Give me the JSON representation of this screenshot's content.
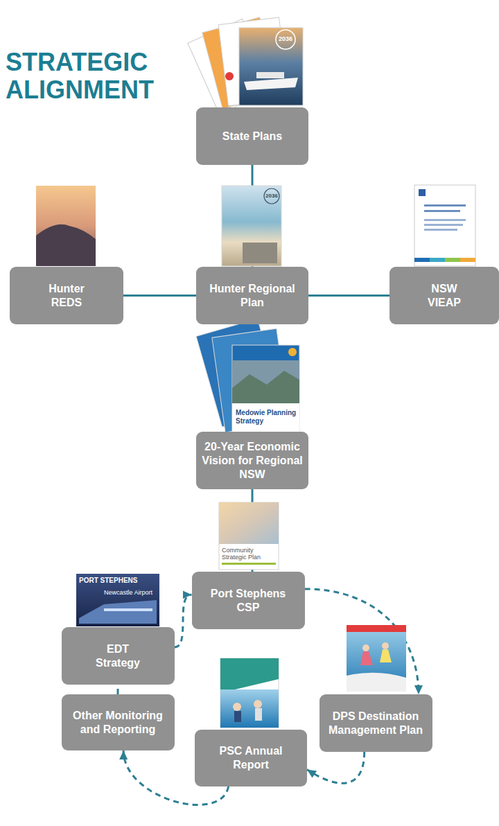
{
  "diagram": {
    "title": "STRATEGIC ALIGNMENT",
    "nodes": [
      {
        "text": [
          "State Plans"
        ]
      },
      {
        "text": [
          "Hunter REDS"
        ]
      },
      {
        "text": [
          "Hunter Regional Plan"
        ]
      },
      {
        "text": [
          "NSW VIEAP"
        ]
      },
      {
        "text": [
          "20-Year Economic Vision for Regional NSW"
        ]
      },
      {
        "text": [
          "Port Stephens CSP"
        ]
      },
      {
        "text": [
          "EDT Strategy"
        ]
      },
      {
        "text": [
          "Other Monitoring and Reporting"
        ]
      },
      {
        "text": [
          "PSC Annual Report"
        ]
      },
      {
        "text": [
          "DPS Destination Management Plan"
        ]
      }
    ],
    "edges": [
      {
        "from": 0,
        "to": 2,
        "arrow": "none"
      },
      {
        "from": 1,
        "to": 2,
        "arrow": "none"
      },
      {
        "from": 2,
        "to": 3,
        "arrow": "none"
      },
      {
        "from": 2,
        "to": 4,
        "arrow": "none"
      },
      {
        "from": 4,
        "to": 5,
        "arrow": "none"
      },
      {
        "from": 5,
        "to": 9,
        "arrow": "to"
      },
      {
        "from": 9,
        "to": 8,
        "arrow": "to"
      },
      {
        "from": 8,
        "to": 7,
        "arrow": "to"
      },
      {
        "from": 7,
        "to": 6,
        "arrow": "none"
      },
      {
        "from": 6,
        "to": 5,
        "arrow": "to"
      }
    ],
    "labels": [
      "2036",
      "2036",
      "Medowie Planning Strategy",
      "Community Strategic Plan",
      "PORT STEPHENS",
      "Newcastle Airport"
    ]
  }
}
